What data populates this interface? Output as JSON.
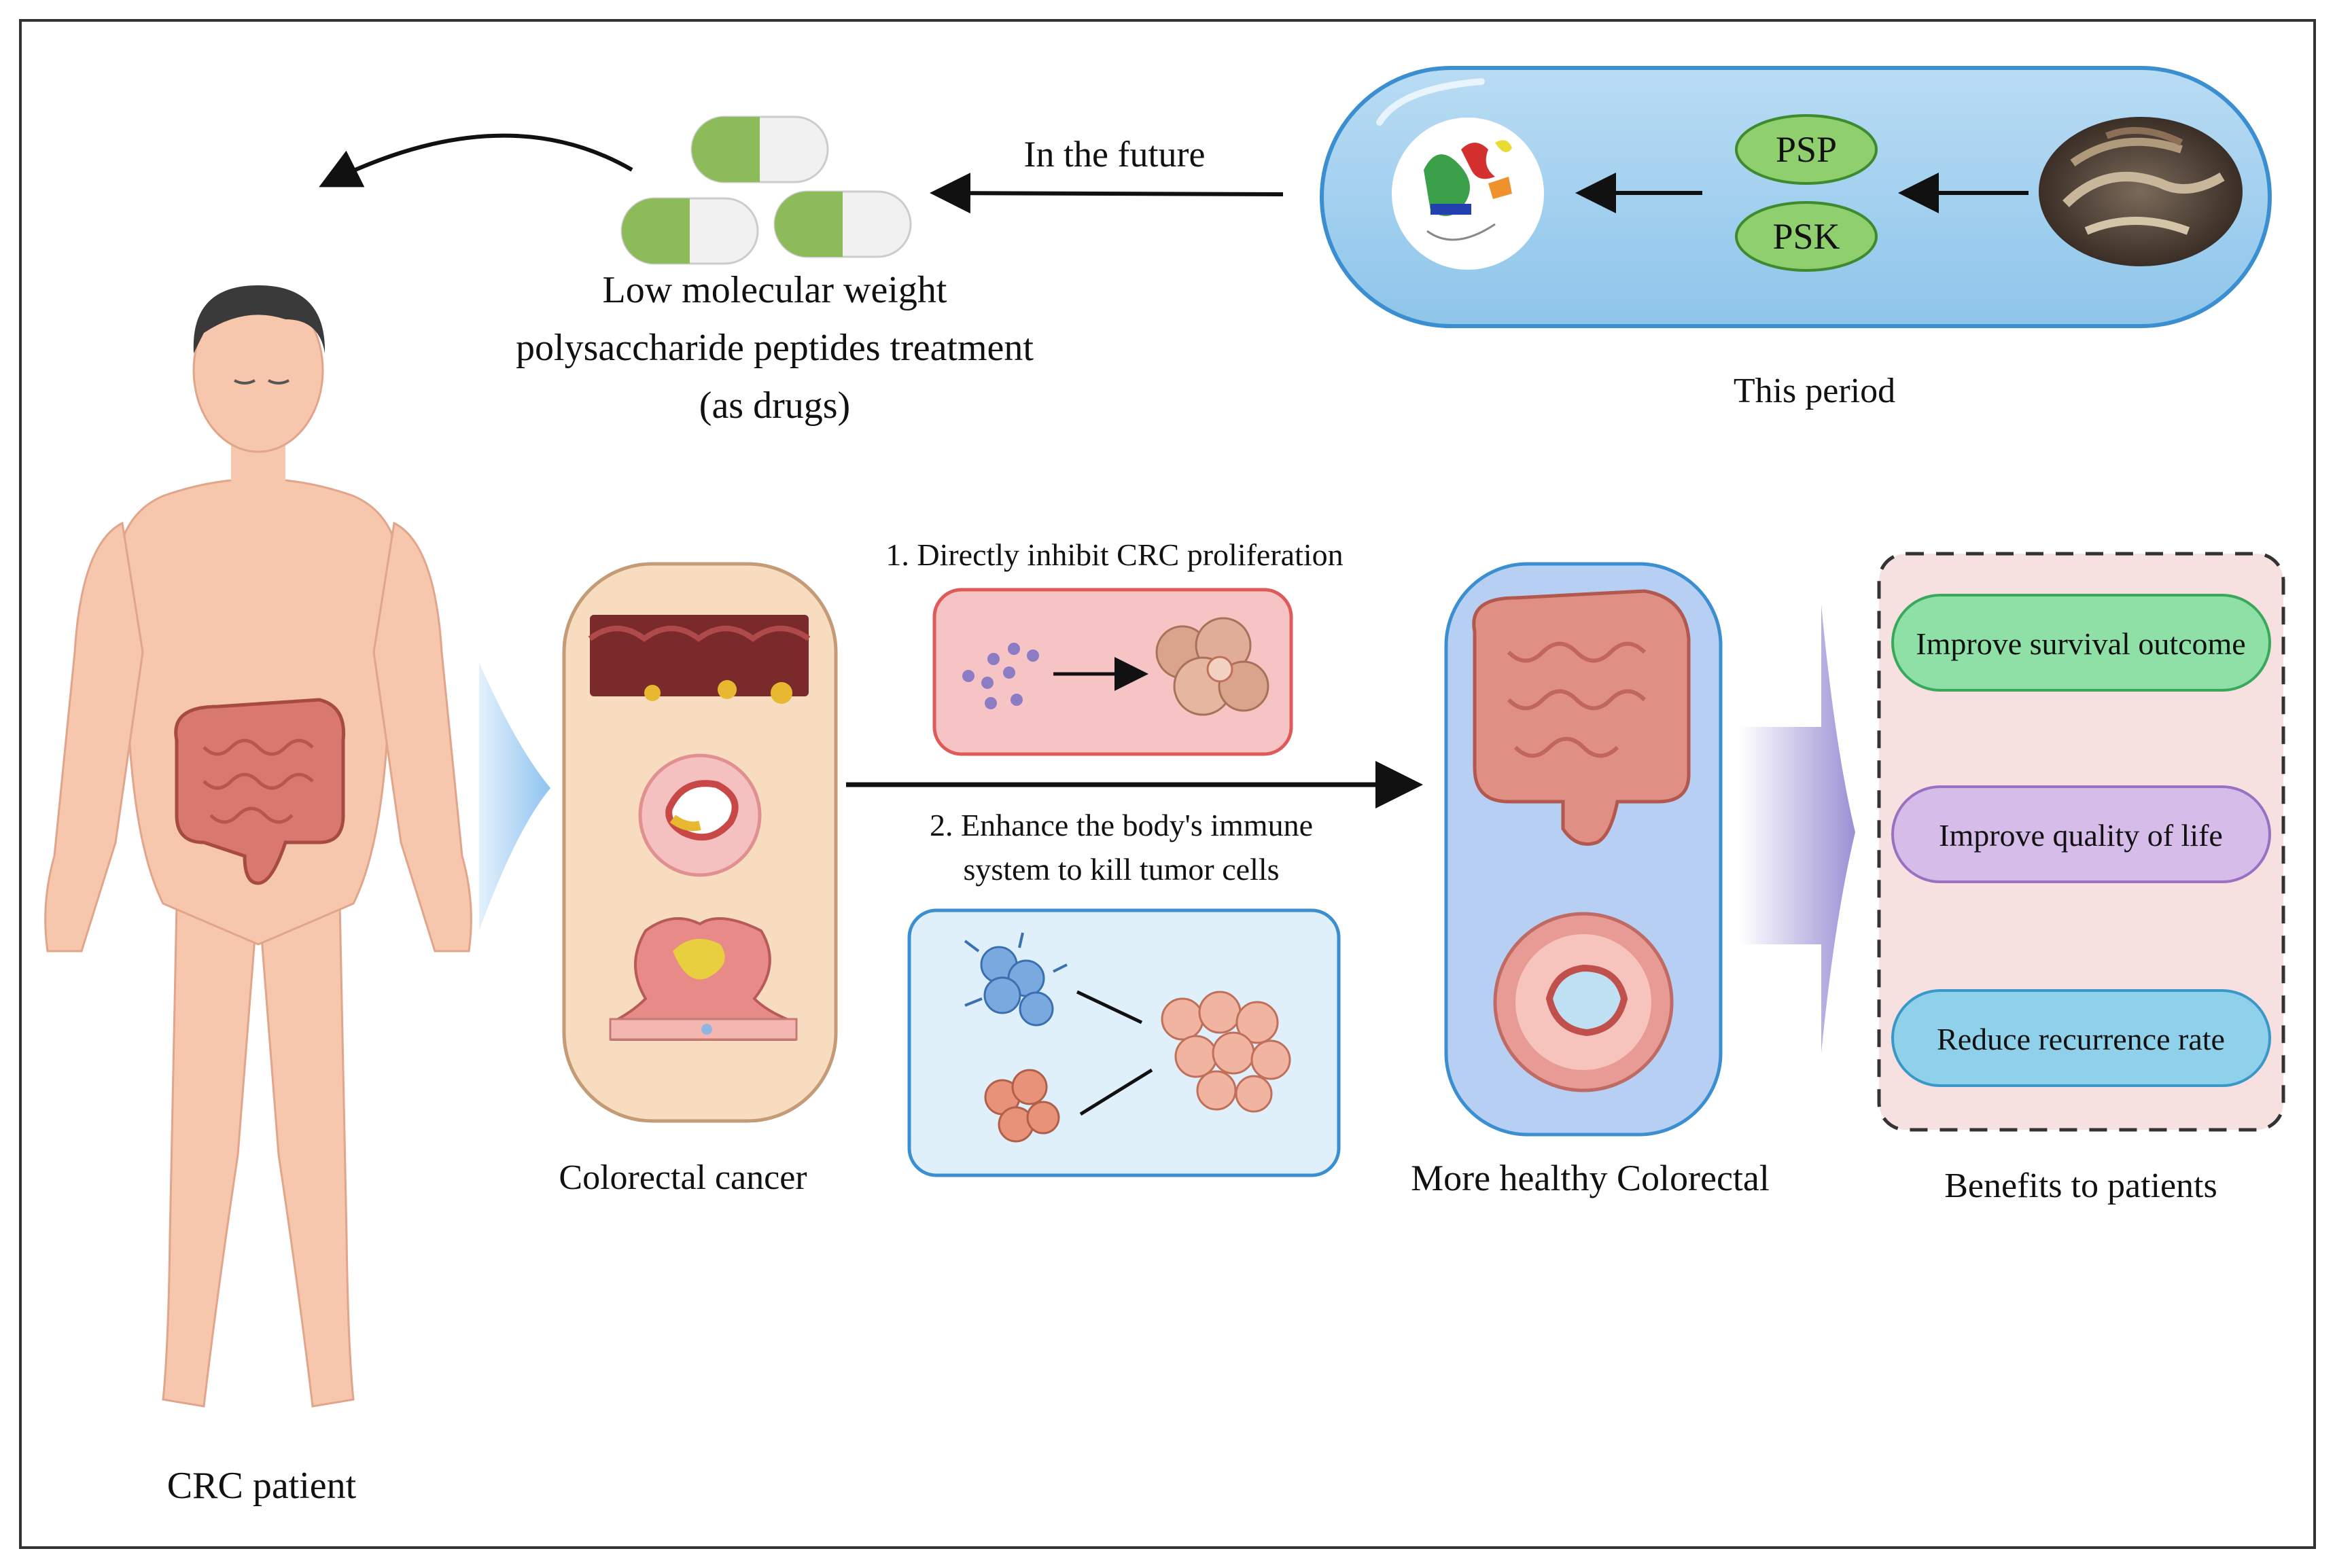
{
  "future_label": "In the future",
  "drug_treatment": {
    "line1": "Low molecular weight",
    "line2": "polysaccharide peptides treatment",
    "line3": "(as drugs)"
  },
  "current_capsule": {
    "psp_label": "PSP",
    "psk_label": "PSK",
    "caption": "This period"
  },
  "patient_label": "CRC patient",
  "cancer_label": "Colorectal cancer",
  "mechanism_1": "1. Directly inhibit CRC proliferation",
  "mechanism_2": {
    "line1": "2. Enhance the body's immune",
    "line2": "system to kill tumor cells"
  },
  "healthy_label": "More healthy Colorectal",
  "benefits": {
    "caption": "Benefits to patients",
    "items": [
      "Improve survival outcome",
      "Improve quality of life",
      "Reduce recurrence rate"
    ]
  },
  "colors": {
    "capsule_blue": "#8ec5ea",
    "psp_green": "#8fcf6e",
    "benefit_green": "#8ee0a6",
    "benefit_purple": "#d6bce8",
    "benefit_blue": "#8fd0ea",
    "skin": "#f6c6ad",
    "intestine": "#d9786f"
  }
}
